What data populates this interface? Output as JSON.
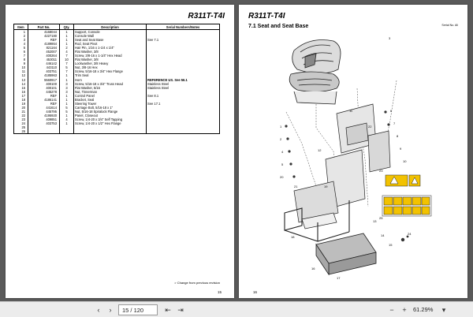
{
  "left_page": {
    "title": "R311T-T4I",
    "columns": [
      "Item",
      "Part No.",
      "Qty.",
      "Description",
      "Serial Numbers/Notes"
    ],
    "rows": [
      {
        "item": "1",
        "part": "4168044",
        "qty": "1",
        "desc": "Support, Console",
        "notes": "",
        "bold": false
      },
      {
        "item": "2",
        "part": "4227180",
        "qty": "1",
        "desc": "Console Wall",
        "notes": "",
        "bold": false
      },
      {
        "item": "3",
        "part": "REF",
        "qty": "1",
        "desc": "Seat and Seat Base",
        "notes": "See 7.1",
        "bold": false
      },
      {
        "item": "4",
        "part": "4189864",
        "qty": "1",
        "desc": "Rod, Seat Pivot",
        "notes": "",
        "bold": false
      },
      {
        "item": "5",
        "part": "821164",
        "qty": "2",
        "desc": "Hair Pin, 1/16 x 1-1/4 x 1/4\"",
        "notes": "",
        "bold": false
      },
      {
        "item": "6",
        "part": "452007",
        "qty": "4",
        "desc": "Flat Washer, 3/8",
        "notes": "",
        "bold": false
      },
      {
        "item": "7",
        "part": "400264",
        "qty": "7",
        "desc": "Screw, 3/8-16 x 1-1/4\" Hex Head",
        "notes": "",
        "bold": false
      },
      {
        "item": "8",
        "part": "453011",
        "qty": "10",
        "desc": "Flat Washer, 3/8",
        "notes": "",
        "bold": false
      },
      {
        "item": "9",
        "part": "446142",
        "qty": "7",
        "desc": "Lockwasher, 3/8 Heavy",
        "notes": "",
        "bold": false
      },
      {
        "item": "10",
        "part": "443110",
        "qty": "5",
        "desc": "Nut, 3/8-16 Hex",
        "notes": "",
        "bold": false
      },
      {
        "item": "11",
        "part": "403751",
        "qty": "7",
        "desc": "Screw, 5/16-18 x 3/4\" Hex Flange",
        "notes": "",
        "bold": false
      },
      {
        "item": "12",
        "part": "4185963",
        "qty": "1",
        "desc": "Trim Seal",
        "notes": "",
        "bold": false
      },
      {
        "item": "13",
        "part": "5560917",
        "qty": "1",
        "desc": "Horn",
        "notes": "REFERENCE US. See 56.1",
        "bold": true
      },
      {
        "item": "14",
        "part": "400100",
        "qty": "3",
        "desc": "Screw, 5/16-18 x 3/4\" Truss Head",
        "notes": "Stainless Steel",
        "bold": false
      },
      {
        "item": "15",
        "part": "400101",
        "qty": "3",
        "desc": "Flat Washer, 5/16",
        "notes": "Stainless Steel",
        "bold": false
      },
      {
        "item": "16",
        "part": "445278",
        "qty": "3",
        "desc": "Nut, Tinnerman",
        "notes": "",
        "bold": false
      },
      {
        "item": "17",
        "part": "REF",
        "qty": "1",
        "desc": "Control Panel",
        "notes": "See 8.1",
        "bold": false
      },
      {
        "item": "18",
        "part": "4186141",
        "qty": "1",
        "desc": "Bracket, Seal",
        "notes": "",
        "bold": false
      },
      {
        "item": "19",
        "part": "REF",
        "qty": "1",
        "desc": "Steering Tower",
        "notes": "See 17.1",
        "bold": false
      },
      {
        "item": "20",
        "part": "441614",
        "qty": "5",
        "desc": "Carriage Bolt, 5/16-18 x 1\"",
        "notes": "",
        "bold": false
      },
      {
        "item": "21",
        "part": "445795",
        "qty": "5",
        "desc": "Nut, 5/16-18 Spiralock Flange",
        "notes": "",
        "bold": false
      },
      {
        "item": "22",
        "part": "4195920",
        "qty": "1",
        "desc": "Panel, Closeout",
        "notes": "",
        "bold": false
      },
      {
        "item": "23",
        "part": "409851",
        "qty": "4",
        "desc": "Screw, 1/4-20 x 3/4\" Self Tapping",
        "notes": "",
        "bold": false
      },
      {
        "item": "24",
        "part": "403753",
        "qty": "1",
        "desc": "Screw, 1/4-20 x 1/2\" Hex Flange",
        "notes": "",
        "bold": false
      },
      {
        "item": "25",
        "part": "",
        "qty": "",
        "desc": "",
        "notes": "",
        "bold": false
      },
      {
        "item": "26",
        "part": "",
        "qty": "",
        "desc": "",
        "notes": "",
        "bold": false
      }
    ],
    "footnote": "> Change from previous revision",
    "page_number": "15"
  },
  "right_page": {
    "title": "R311T-T4I",
    "section": "7.1 Seat and Seat Base",
    "serial_label": "Serial No. All",
    "page_number": "16",
    "callouts": [
      "1",
      "2",
      "3",
      "4",
      "5",
      "6",
      "7",
      "8",
      "9",
      "10",
      "11",
      "12",
      "13",
      "14",
      "15",
      "16",
      "17",
      "18",
      "19",
      "20",
      "21",
      "22",
      "23",
      "24",
      "25"
    ],
    "warning_color": "#f2c200"
  },
  "toolbar": {
    "page_field": "15 / 120",
    "zoom": "61.29%"
  }
}
